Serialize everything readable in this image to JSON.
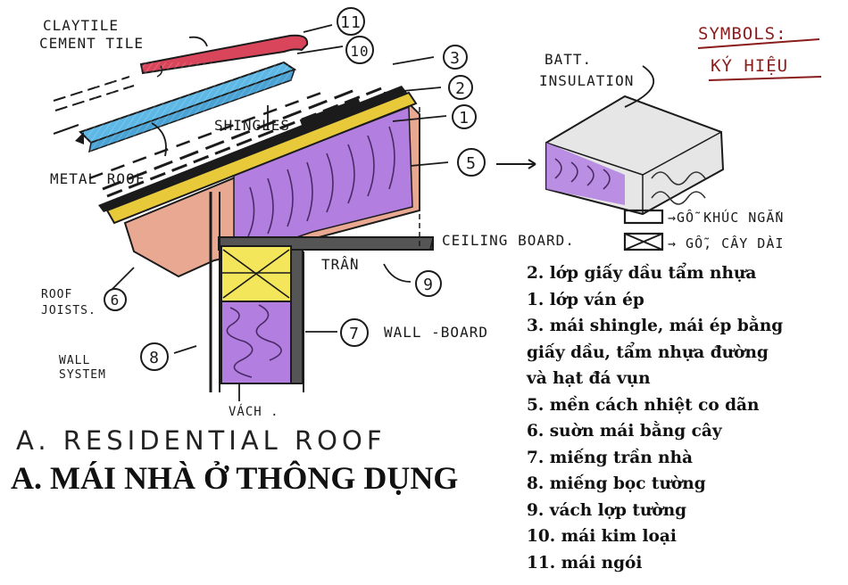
{
  "title_en": "A. RESIDENTIAL ROOF",
  "title_vi": "A. MÁI NHÀ Ở THÔNG DỤNG",
  "labels": {
    "clay_tile": "CLAYTILE",
    "cement_tile": "CEMENT TILE",
    "metal_roof": "METAL ROOF",
    "shingles": "SHINGLES",
    "roof_joists_1": "ROOF",
    "roof_joists_2": "JOISTS.",
    "wall_system_1": "WALL",
    "wall_system_2": "SYSTEM",
    "vach": "VÁCH .",
    "ceiling_board": "CEILING BOARD.",
    "tran": "TRẦN",
    "wall_board": "WALL -BOARD",
    "batt_1": "BATT.",
    "batt_2": "INSULATION",
    "symbols_title": "SYMBOLS:",
    "symbols_vi": "KÝ HIỆU",
    "symbol_blocking": "→GỖ KHÚC NGẮN",
    "symbol_timber": "→ GỖ, CÂY DÀI"
  },
  "callouts": [
    "1",
    "2",
    "3",
    "5",
    "6",
    "7",
    "8",
    "9",
    "10",
    "11"
  ],
  "legend": [
    "2. lớp giấy dầu tẩm nhựa",
    "1. lớp ván ép",
    "3. mái shingle, mái ép bằng",
    "giấy dầu, tẩm nhựa đường",
    "và hạt đá vụn",
    "5. mền cách nhiệt co dãn",
    "6. suờn mái bằng cây",
    "7. miếng trần nhà",
    "8. miếng bọc tường",
    "9. vách lợp tường",
    "10. mái kim loại",
    "11. mái ngói"
  ],
  "colors": {
    "clay_tile": "#d9465b",
    "metal_roof": "#5eb8e6",
    "plywood": "#e8c93a",
    "insulation": "#b27ee0",
    "joist": "#e9a892",
    "stud": "#f3e65a",
    "ink": "#1b1b1b"
  }
}
